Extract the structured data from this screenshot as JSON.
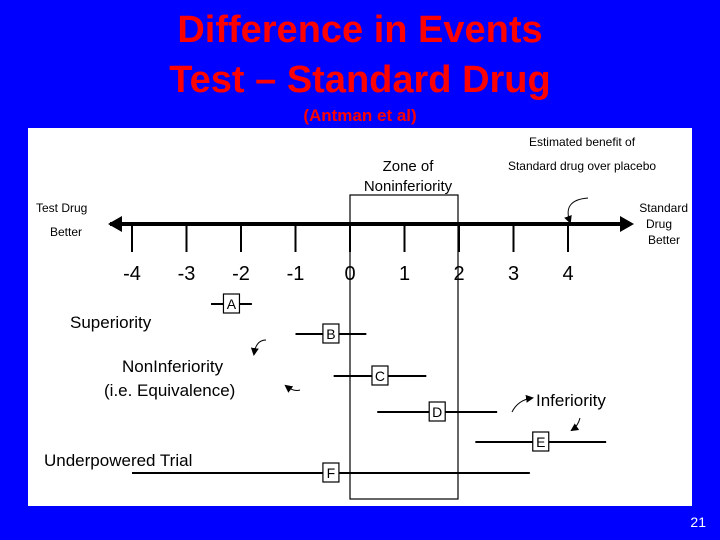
{
  "slide": {
    "title_line1": "Difference in Events",
    "title_line2": "Test – Standard Drug",
    "subtitle": "(Antman et al)",
    "page_number": "21"
  },
  "axis": {
    "tick_labels": [
      "-4",
      "-3",
      "-2",
      "-1",
      "0",
      "1",
      "2",
      "3",
      "4"
    ],
    "left_label_line1": "Test Drug",
    "left_label_line2": "Better",
    "right_label_line1": "Standard",
    "right_label_line2": "Drug",
    "right_label_line3": "Better"
  },
  "zone": {
    "label_line1": "Zone of",
    "label_line2": "Noninferiority"
  },
  "benefit": {
    "label_line1": "Estimated benefit of",
    "label_line2": "Standard drug over placebo"
  },
  "annotations": {
    "superiority": "Superiority",
    "noninferiority_line1": "NonInferiority",
    "noninferiority_line2": "(i.e. Equivalence)",
    "inferiority": "Inferiority",
    "underpowered": "Underpowered Trial"
  },
  "trials": [
    {
      "label": "A",
      "low": -2.55,
      "high": -1.8
    },
    {
      "label": "B",
      "low": -1.0,
      "high": 0.3
    },
    {
      "label": "C",
      "low": -0.3,
      "high": 1.4
    },
    {
      "label": "D",
      "low": 0.5,
      "high": 2.7
    },
    {
      "label": "E",
      "low": 2.3,
      "high": 4.7
    },
    {
      "label": "F",
      "low": -4.0,
      "high": 3.3
    }
  ]
}
